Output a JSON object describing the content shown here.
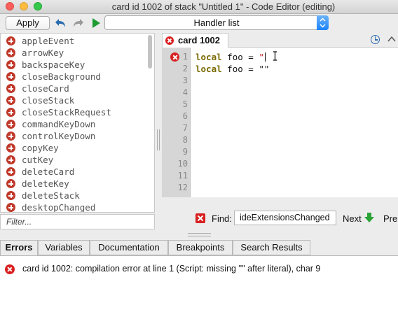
{
  "window": {
    "title": "card id 1002 of stack \"Untitled 1\" - Code Editor (editing)"
  },
  "toolbar": {
    "apply_label": "Apply",
    "handler_select": "Handler list"
  },
  "messages": [
    "appleEvent",
    "arrowKey",
    "backspaceKey",
    "closeBackground",
    "closeCard",
    "closeStack",
    "closeStackRequest",
    "commandKeyDown",
    "controlKeyDown",
    "copyKey",
    "cutKey",
    "deleteCard",
    "deleteKey",
    "deleteStack",
    "desktopChanged"
  ],
  "filter": {
    "placeholder": "Filter..."
  },
  "editor": {
    "tab_label": "card 1002",
    "line_numbers": [
      "1",
      "2",
      "3",
      "4",
      "5",
      "6",
      "7",
      "8",
      "9",
      "10",
      "11",
      "12"
    ],
    "lines": [
      {
        "keyword": "local",
        "var": " foo = ",
        "string": "\""
      },
      {
        "keyword": "local",
        "var": " foo = ",
        "string": "\"\""
      }
    ]
  },
  "find": {
    "label": "Find:",
    "value": "ideExtensionsChanged",
    "next": "Next",
    "prev": "Pre"
  },
  "bottom_tabs": [
    "Errors",
    "Variables",
    "Documentation",
    "Breakpoints",
    "Search Results"
  ],
  "errors": [
    "card id 1002: compilation error at line 1 (Script: missing '\"' after literal), char 9"
  ],
  "colors": {
    "accent": "#1a82fb",
    "error": "#d81f1f",
    "keyword": "#7a6a00",
    "string": "#c11c1c"
  }
}
